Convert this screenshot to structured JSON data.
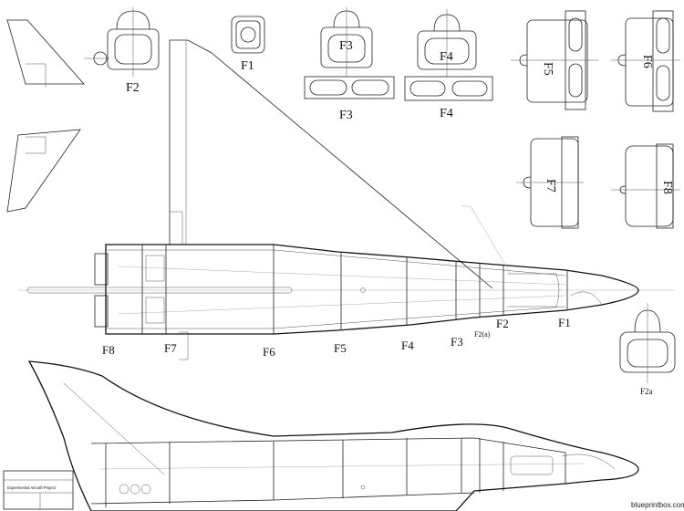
{
  "former_labels": {
    "f1_top": "F1",
    "f2_top": "F2",
    "f3_top": "F3",
    "f3_bottom": "F3",
    "f4_top": "F4",
    "f4_bottom": "F4",
    "f5": "F5",
    "f6": "F6",
    "f7": "F7",
    "f8": "F8",
    "f2a_detail": "F2a"
  },
  "station_labels": {
    "f1": "F1",
    "f2": "F2",
    "f2a": "F2(a)",
    "f3": "F3",
    "f4": "F4",
    "f5": "F5",
    "f6": "F6",
    "f7": "F7",
    "f8": "F8"
  },
  "title_block": {
    "project": "Experimental Aircraft Project"
  },
  "watermark": "blueprintbox.com"
}
